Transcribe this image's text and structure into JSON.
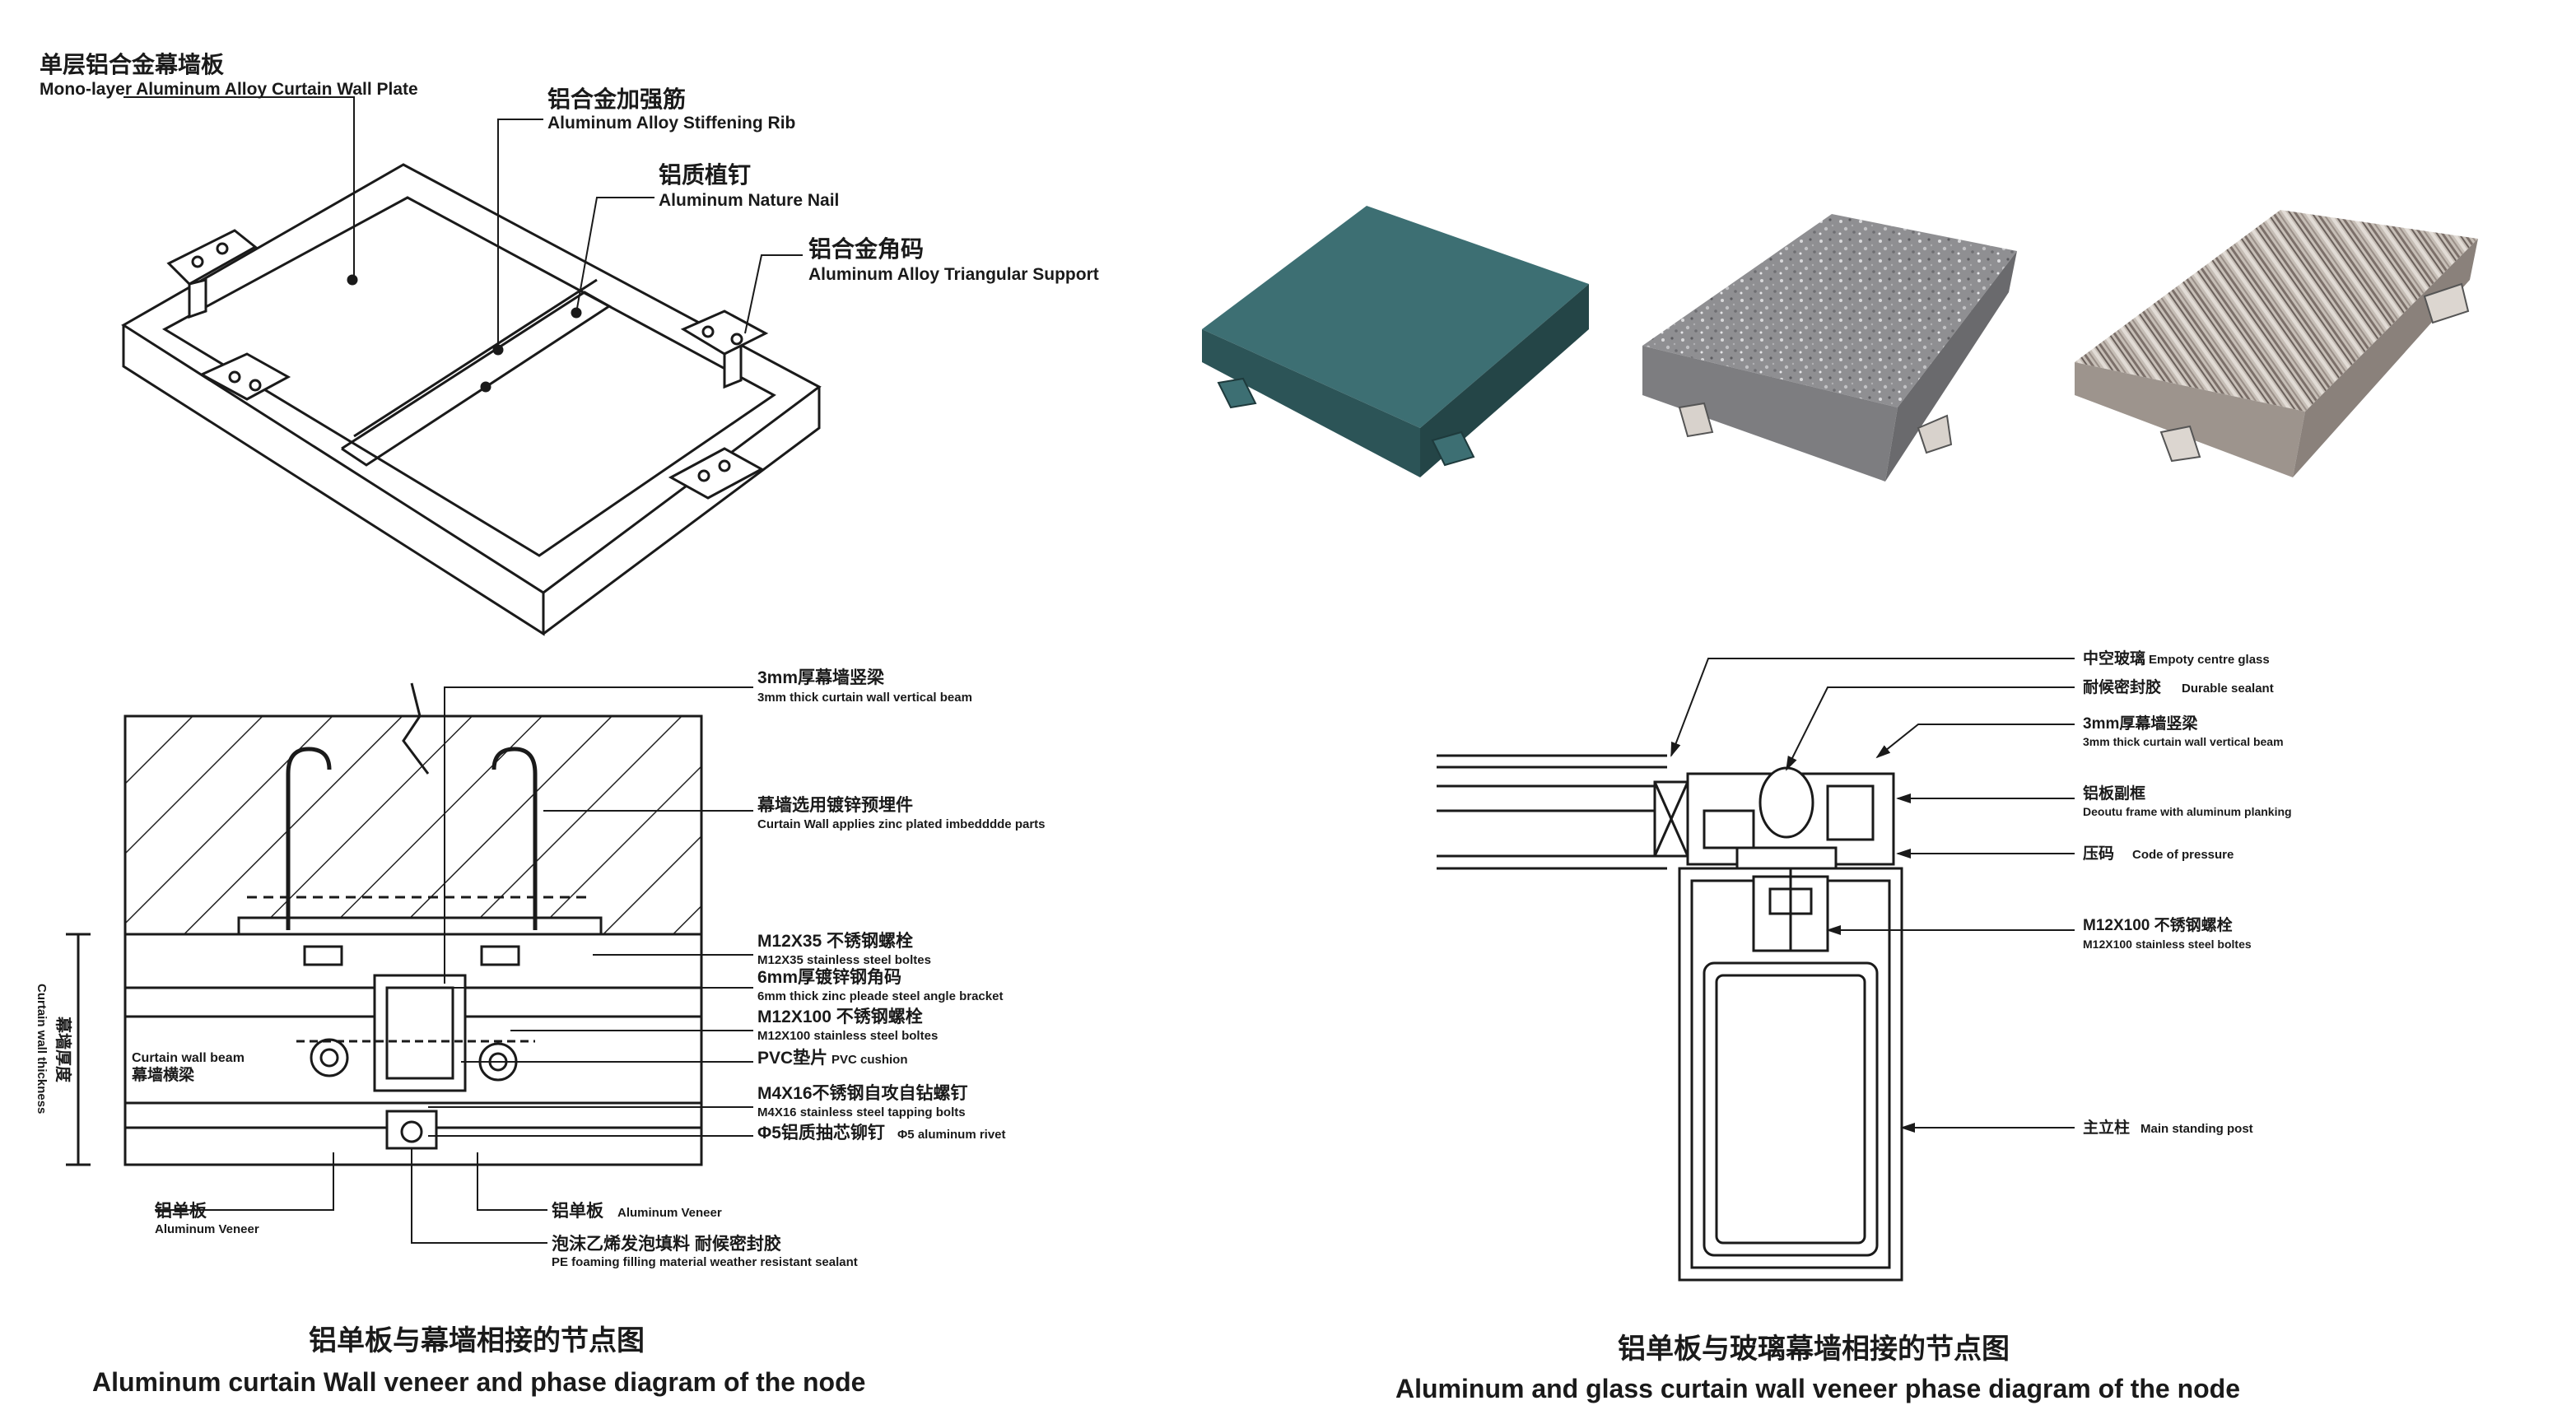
{
  "top_left": {
    "callouts": [
      {
        "cn": "单层铝合金幕墙板",
        "en": "Mono-layer Aluminum Alloy Curtain Wall Plate"
      },
      {
        "cn": "铝合金加强筋",
        "en": "Aluminum Alloy Stiffening Rib"
      },
      {
        "cn": "铝质植钉",
        "en": "Aluminum Nature Nail"
      },
      {
        "cn": "铝合金角码",
        "en": "Aluminum Alloy Triangular Support"
      }
    ]
  },
  "top_right": {
    "panels": [
      {
        "finish": "solid teal",
        "color": "#3d6f73"
      },
      {
        "finish": "granite",
        "color": "#9a9a9c"
      },
      {
        "finish": "wood grain stripe",
        "color": "#b7aea6"
      }
    ]
  },
  "bottom_left": {
    "labels": [
      {
        "cn": "3mm厚幕墙竖梁",
        "en": "3mm thick curtain wall vertical beam"
      },
      {
        "cn": "幕墙选用镀锌预埋件",
        "en": "Curtain Wall applies zinc plated imbedddde parts"
      },
      {
        "cn": "M12X35 不锈钢螺栓",
        "en": "M12X35 stainless steel boltes"
      },
      {
        "cn": "6mm厚镀锌钢角码",
        "en": "6mm thick zinc pleade steel angle bracket"
      },
      {
        "cn": "M12X100 不锈钢螺栓",
        "en": "M12X100 stainless steel boltes"
      },
      {
        "cn": "PVC垫片",
        "en": "PVC cushion"
      },
      {
        "cn": "M4X16不锈钢自攻自钻螺钉",
        "en": "M4X16 stainless steel tapping bolts"
      },
      {
        "cn": "Φ5铝质抽芯铆钉",
        "en": "Φ5 aluminum rivet"
      },
      {
        "cn": "铝单板",
        "en": "Aluminum Veneer"
      },
      {
        "cn": "铝单板",
        "en": "Aluminum Veneer"
      },
      {
        "cn": "泡沫乙烯发泡填料 耐候密封胶",
        "en": "PE foaming filling material weather resistant sealant"
      }
    ],
    "beam_label": {
      "en": "Curtain wall beam",
      "cn": "幕墙横梁"
    },
    "dimension_label": {
      "cn": "幕墙厚度",
      "en": "Curtain wall thickness"
    },
    "caption_cn": "铝单板与幕墙相接的节点图",
    "caption_en": "Aluminum curtain Wall veneer and phase diagram of the node"
  },
  "bottom_right": {
    "labels": [
      {
        "cn": "中空玻璃",
        "en": "Empoty centre glass"
      },
      {
        "cn": "耐候密封胶",
        "en": "Durable sealant"
      },
      {
        "cn": "3mm厚幕墙竖梁",
        "en": "3mm thick curtain wall vertical beam"
      },
      {
        "cn": "铝板副框",
        "en": "Deoutu frame with aluminum planking"
      },
      {
        "cn": "压码",
        "en": "Code of pressure"
      },
      {
        "cn": "M12X100 不锈钢螺栓",
        "en": "M12X100 stainless steel boltes"
      },
      {
        "cn": "主立柱",
        "en": "Main standing post"
      }
    ],
    "caption_cn": "铝单板与玻璃幕墙相接的节点图",
    "caption_en": "Aluminum and glass curtain wall veneer phase diagram of the node"
  }
}
